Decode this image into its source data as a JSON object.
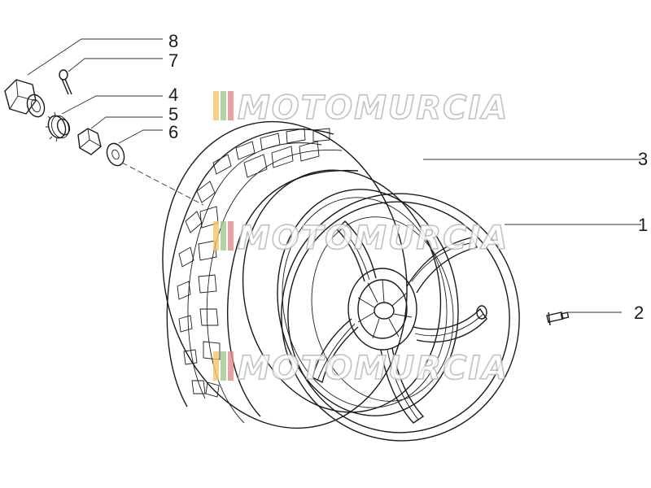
{
  "watermark": {
    "text": "MOTOMURCIA"
  },
  "callouts": {
    "n1": "1",
    "n2": "2",
    "n3": "3",
    "n4": "4",
    "n5": "5",
    "n6": "6",
    "n7": "7",
    "n8": "8"
  }
}
